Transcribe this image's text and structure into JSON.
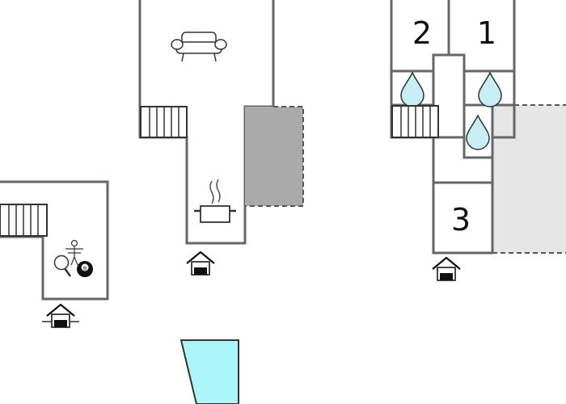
{
  "colors": {
    "wall": "#666666",
    "terrace": "#aaaaaa",
    "terrace_light": "#e6e6e6",
    "pool": "#aaf6fb",
    "water_drop": "#c7eef5",
    "icon": "#333333"
  },
  "rooms": {
    "bedroom_1_label": "1",
    "bedroom_2_label": "2",
    "bedroom_3_label": "3"
  },
  "icons": {
    "sofa": "sofa-icon",
    "stairs": "stairs-icon",
    "kitchen": "cooking-pot-icon",
    "bathroom": "water-drop-icon",
    "entrance": "entrance-icon",
    "table_tennis": "table-tennis-icon",
    "billiards": "billiard-ball-icon",
    "table_football": "table-football-icon",
    "billiard_ball_number": "8"
  }
}
